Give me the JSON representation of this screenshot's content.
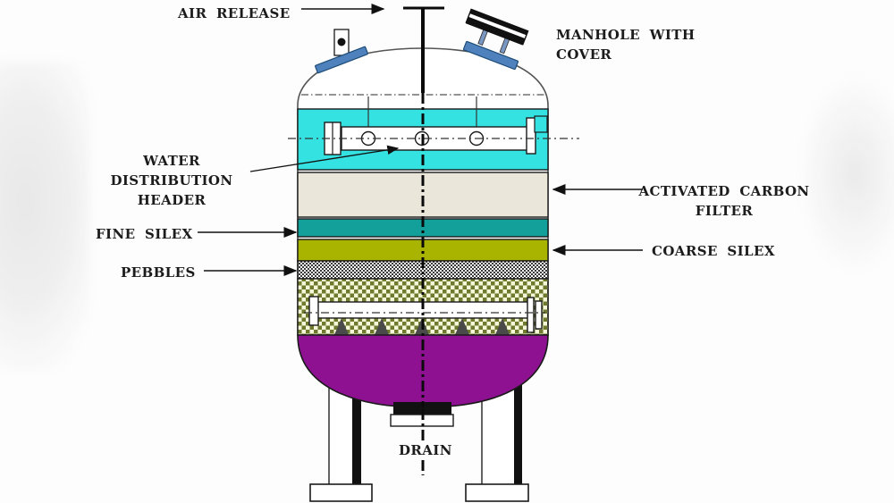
{
  "labels": {
    "air_release": "AIR RELEASE",
    "manhole": {
      "line1": "MANHOLE WITH",
      "line2": "COVER"
    },
    "water_header": {
      "line1": "WATER DISTRIBUTION",
      "line2": "HEADER"
    },
    "activated_carbon": {
      "line1": "ACTIVATED CARBON",
      "line2": "FILTER"
    },
    "fine_silex": "FINE SILEX",
    "coarse_silex": "COARSE SILEX",
    "pebbles": "PEBBLES",
    "drain": "DRAIN"
  },
  "colors": {
    "water_zone": "#35E2E2",
    "carbon_bed": "#EAE6DA",
    "fine_silex_bed": "#13A09B",
    "coarse_silex_bed": "#A9B400",
    "bottom_dome": "#8E1191",
    "fitting_blue": "#4F81BD",
    "pebble_dark": "#3A3A3A",
    "gravel_dark": "#6F7A2E",
    "gravel_light": "#F6F6D8",
    "nozzle_gray": "#4A4A4A"
  }
}
